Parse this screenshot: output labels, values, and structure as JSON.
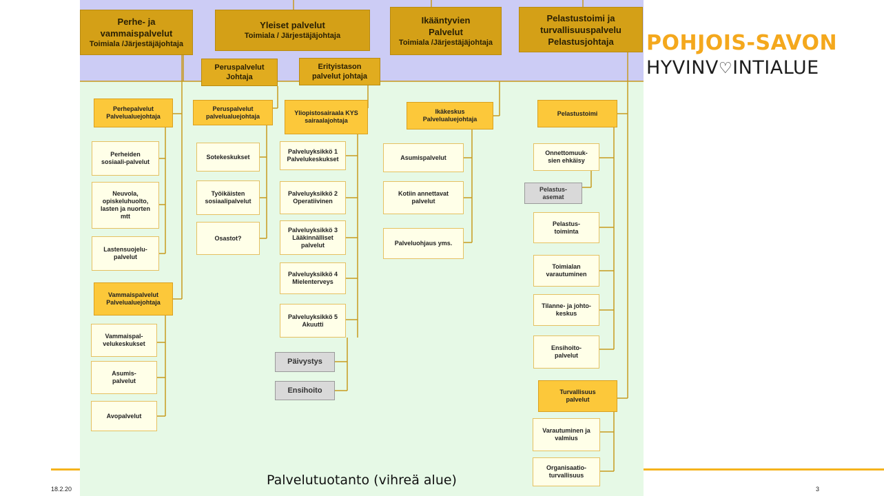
{
  "header": {
    "perhe": [
      "Perhe- ja",
      "vammaispalvelut",
      "Toimiala /Järjestäjäjohtaja"
    ],
    "yleiset": [
      "Yleiset palvelut",
      "Toimiala / Järjestäjäjohtaja"
    ],
    "ikaantyvien": [
      "Ikääntyvien",
      "Palvelut",
      "Toimiala /Järjestäjäjohtaja"
    ],
    "pelastus": [
      "Pelastustoimi ja",
      "turvallisuuspalvelu",
      "Pelastusjohtaja"
    ]
  },
  "mid": {
    "peruspalvelut_johtaja": [
      "Peruspalvelut",
      "Johtaja"
    ],
    "erityistason": [
      "Erityistason",
      "palvelut johtaja"
    ]
  },
  "perhe_column": {
    "perhepalvelut": [
      "Perhepalvelut",
      "Palvelualuejohtaja"
    ],
    "items": [
      [
        "Perheiden",
        "sosiaali-palvelut"
      ],
      [
        "Neuvola,",
        "opiskeluhuolto,",
        "lasten ja nuorten",
        "mtt"
      ],
      [
        "Lastensuojelu-",
        "palvelut"
      ]
    ],
    "vammaispalvelut": [
      "Vammaispalvelut",
      "Palvelualuejohtaja"
    ],
    "vammais_items": [
      [
        "Vammaispal-",
        "velukeskukset"
      ],
      [
        "Asumis-",
        "palvelut"
      ],
      [
        "Avopalvelut"
      ]
    ]
  },
  "perus_column": {
    "head": [
      "Peruspalvelut",
      "palvelualuejohtaja"
    ],
    "items": [
      [
        "Sotekeskukset"
      ],
      [
        "Työikäisten",
        "sosiaalipalvelut"
      ],
      [
        "Osastot?"
      ]
    ]
  },
  "kys_column": {
    "head": [
      "Yliopistosairaala KYS",
      "sairaalajohtaja"
    ],
    "items": [
      [
        "Palveluyksikkö 1",
        "Palvelukeskukset"
      ],
      [
        "Palveluyksikkö 2",
        "Operatiivinen"
      ],
      [
        "Palveluyksikkö 3",
        "Lääkinnälliset",
        "palvelut"
      ],
      [
        "Palveluyksikkö 4",
        "Mielenterveys"
      ],
      [
        "Palveluyksikkö 5",
        "Akuutti"
      ]
    ],
    "grey": [
      "Päivystys",
      "Ensihoito"
    ]
  },
  "ika_column": {
    "head": [
      "Ikäkeskus",
      "Palvelualuejohtaja"
    ],
    "items": [
      [
        "Asumispalvelut"
      ],
      [
        "Kotiin annettavat",
        "palvelut"
      ],
      [
        "Palveluohjaus yms."
      ]
    ]
  },
  "pelastus_column": {
    "head": [
      "Pelastustoimi"
    ],
    "items": [
      [
        "Onnettomuuk-",
        "sien ehkäisy"
      ],
      [
        "Pelastus-",
        "toiminta"
      ],
      [
        "Toimialan",
        "varautuminen"
      ],
      [
        "Tilanne- ja johto-",
        "keskus"
      ],
      [
        "Ensihoito-",
        "palvelut"
      ]
    ],
    "grey": [
      "Pelastus-",
      "asemat"
    ],
    "turvallisuus": [
      "Turvallisuus",
      "palvelut"
    ],
    "turva_items": [
      [
        "Varautuminen ja",
        "valmius"
      ],
      [
        "Organisaatio-",
        "turvallisuus"
      ]
    ]
  },
  "bottom_title": "Palvelutuotanto (vihreä alue)",
  "logo": {
    "line1": "POHJOIS-SAVON",
    "line2_a": "HYVINV",
    "line2_b": "INTIALUE"
  },
  "footer": {
    "date": "18.2.20",
    "page": "3"
  },
  "colors": {
    "header_box": "#D4A017",
    "level_box": "#FCC83A",
    "unit_box": "#FFFFE8",
    "grey_box": "#D9D9D9",
    "band": "#CCCCF5",
    "green_area": "#E6F9E6",
    "logo_accent": "#F4A81D",
    "footer_line": "#F5B31C"
  }
}
